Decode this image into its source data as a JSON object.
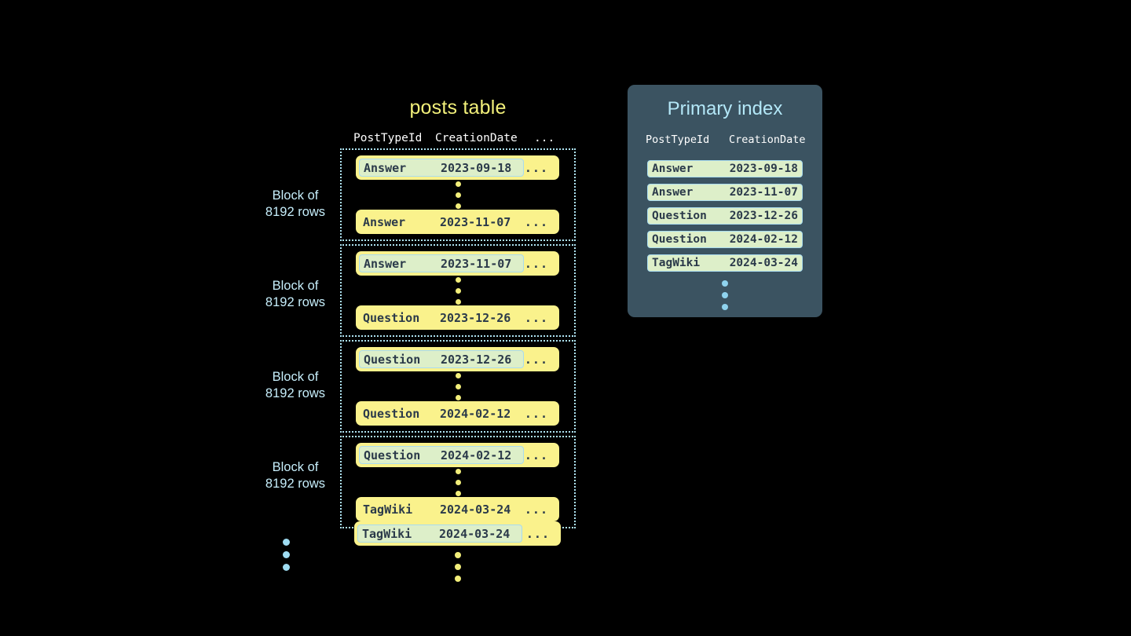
{
  "background_color": "#000000",
  "posts_table": {
    "title": "posts table",
    "title_color": "#f2f07a",
    "columns": [
      "PostTypeId",
      "CreationDate",
      "..."
    ],
    "ellipsis_cell": "...",
    "blocks": [
      {
        "label_line1": "Block of",
        "label_line2": "8192 rows",
        "first_row": {
          "post_type_id": "Answer",
          "creation_date": "2023-09-18",
          "rest": "...",
          "highlighted": true
        },
        "last_row": {
          "post_type_id": "Answer",
          "creation_date": "2023-11-07",
          "rest": "...",
          "highlighted": false
        }
      },
      {
        "label_line1": "Block of",
        "label_line2": "8192 rows",
        "first_row": {
          "post_type_id": "Answer",
          "creation_date": "2023-11-07",
          "rest": "...",
          "highlighted": true
        },
        "last_row": {
          "post_type_id": "Question",
          "creation_date": "2023-12-26",
          "rest": "...",
          "highlighted": false
        }
      },
      {
        "label_line1": "Block of",
        "label_line2": "8192 rows",
        "first_row": {
          "post_type_id": "Question",
          "creation_date": "2023-12-26",
          "rest": "...",
          "highlighted": true
        },
        "last_row": {
          "post_type_id": "Question",
          "creation_date": "2024-02-12",
          "rest": "...",
          "highlighted": false
        }
      },
      {
        "label_line1": "Block of",
        "label_line2": "8192 rows",
        "first_row": {
          "post_type_id": "Question",
          "creation_date": "2024-02-12",
          "rest": "...",
          "highlighted": true
        },
        "last_row": {
          "post_type_id": "TagWiki",
          "creation_date": "2024-03-24",
          "rest": "...",
          "highlighted": false
        }
      }
    ],
    "trailing_row": {
      "post_type_id": "TagWiki",
      "creation_date": "2024-03-24",
      "rest": "...",
      "highlighted": true
    },
    "row_color": "#faf28c",
    "row_text_color": "#2b3a4a",
    "highlight_chip_color": "#ddefc9",
    "highlight_chip_border": "#a9dbef",
    "block_border_color": "#aee3f2",
    "label_color": "#c6eefb",
    "vertical_dot_color": "#f2ee7a",
    "left_dot_color": "#9fdcf2"
  },
  "primary_index": {
    "title": "Primary index",
    "title_color": "#b3e7f7",
    "panel_color": "#3b5361",
    "columns": [
      "PostTypeId",
      "CreationDate"
    ],
    "rows": [
      {
        "post_type_id": "Answer",
        "creation_date": "2023-09-18"
      },
      {
        "post_type_id": "Answer",
        "creation_date": "2023-11-07"
      },
      {
        "post_type_id": "Question",
        "creation_date": "2023-12-26"
      },
      {
        "post_type_id": "Question",
        "creation_date": "2024-02-12"
      },
      {
        "post_type_id": "TagWiki",
        "creation_date": "2024-03-24"
      }
    ],
    "row_color": "#ddefc9",
    "row_border_color": "#a9dbef",
    "row_text_color": "#2b3a4a",
    "dot_color": "#8fd3ee"
  }
}
